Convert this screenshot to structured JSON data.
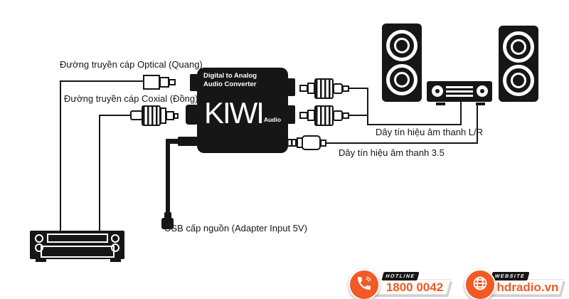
{
  "diagram": {
    "optical_label": "Đường truyền cáp Optical (Quang)",
    "coaxial_label": "Đường truyền cáp Coxial (Đồng)",
    "converter": {
      "title_line1": "Digital to Analog",
      "title_line2": "Audio Converter",
      "brand": "KIWI",
      "brand_suffix": "Audio"
    },
    "lr_cable_label": "Dây tín hiệu âm thanh L/R",
    "jack35_cable_label": "Dây tín hiệu âm thanh 3.5",
    "usb_power_label": "USB cấp nguồn (Adapter Input 5V)"
  },
  "footer": {
    "hotline": {
      "label": "HOTLINE",
      "value": "1800 0042",
      "icon": "phone-icon"
    },
    "website": {
      "label": "WEBSITE",
      "value": "hdradio.vn",
      "icon": "globe-icon"
    }
  },
  "colors": {
    "accent_orange": "#F15A24",
    "ink": "#161616"
  }
}
